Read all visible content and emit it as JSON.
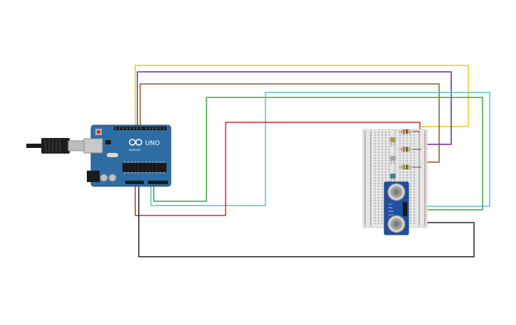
{
  "board": {
    "brand_label": "UNO",
    "maker_label": "ARDUINO"
  },
  "sensor": {
    "pin_labels": [
      "Vcc",
      "Trig",
      "Echo",
      "Gnd"
    ]
  },
  "wire_colors": {
    "yellow": "#e8c81f",
    "purple": "#6b2c8f",
    "brown": "#8a5a2b",
    "green": "#3aa63a",
    "cyan": "#5bc0c8",
    "red": "#d62828",
    "black": "#222222"
  },
  "component_colors": {
    "arduino_board": "#2e6da4",
    "breadboard": "#e6e6e6",
    "sensor_board": "#1f4fa0",
    "usb_cable": "#1a1a1a"
  }
}
